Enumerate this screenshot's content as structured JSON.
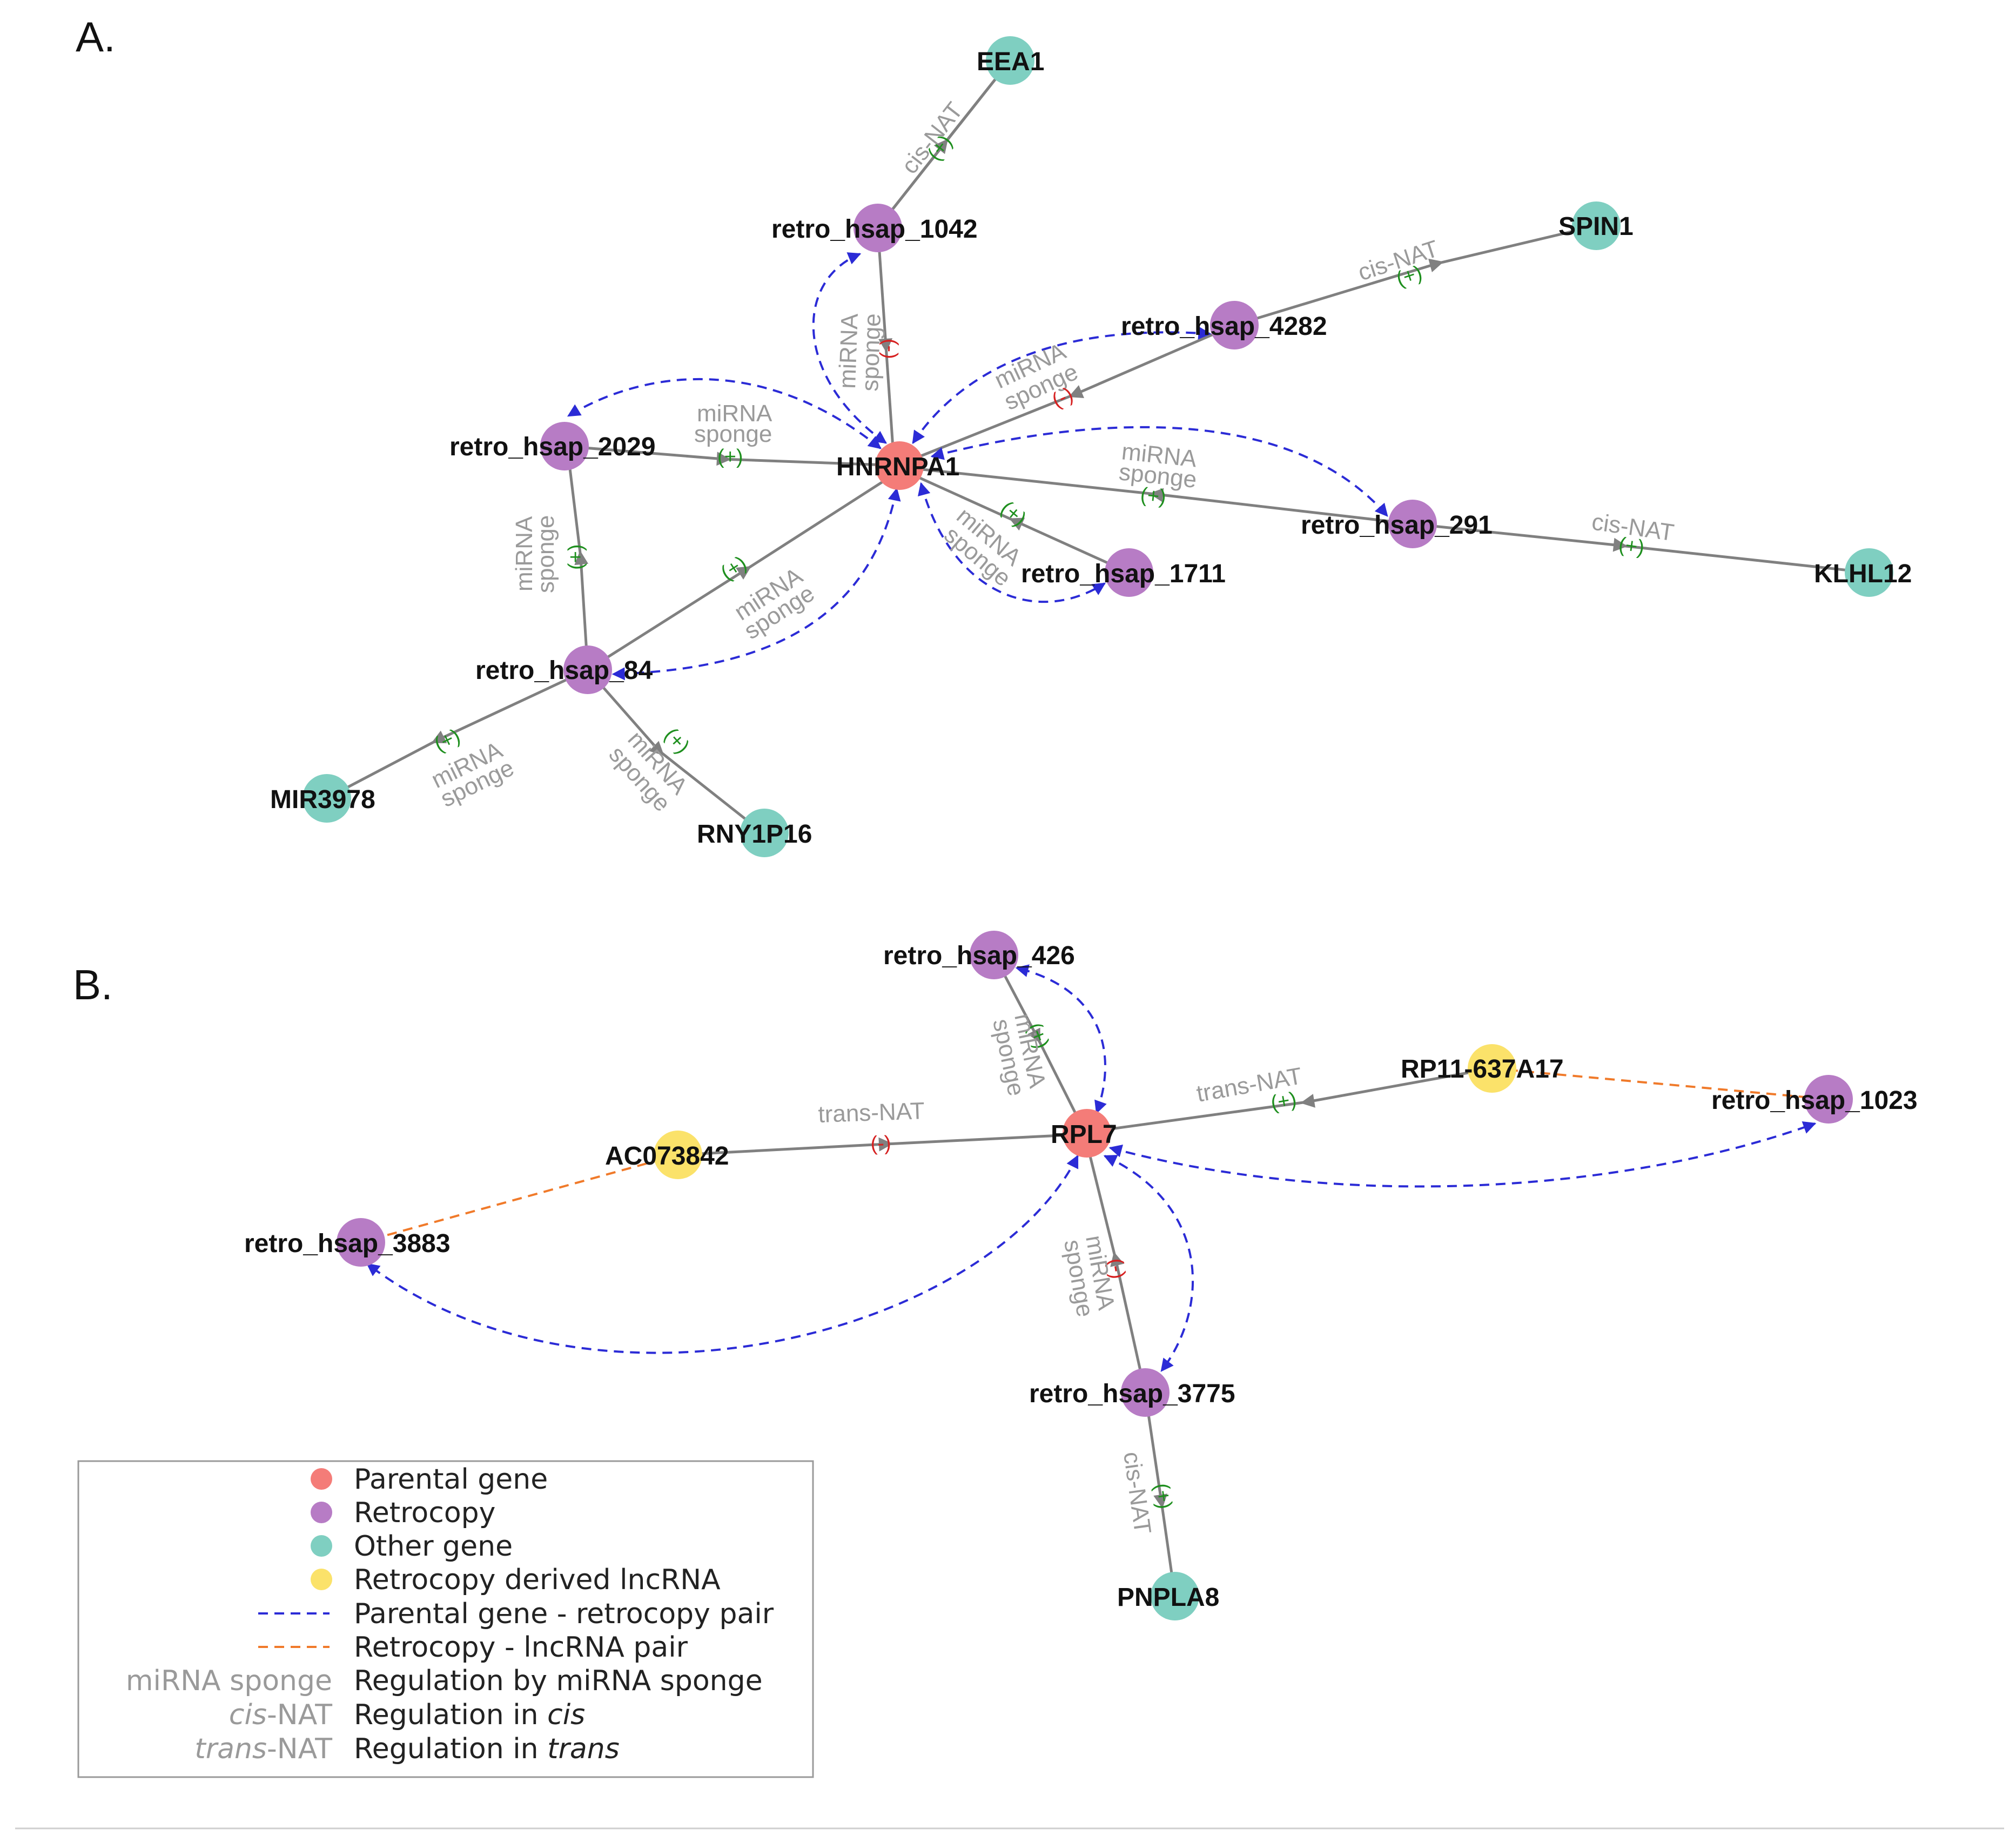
{
  "panels": {
    "a": "A.",
    "b": "B."
  },
  "colors": {
    "parental": "#f47c78",
    "retrocopy": "#b77cc5",
    "other": "#7fcfc1",
    "lncrna": "#fbe26a",
    "regulation_edge": "#808080",
    "parental_pair": "#2b2bd6",
    "lncrna_pair": "#f07a2a",
    "positive": "#1e8f1e",
    "negative": "#d62020"
  },
  "nodes": {
    "hnrnpa1": "HNRNPA1",
    "r1042": "retro_hsap_1042",
    "eea1": "EEA1",
    "r4282": "retro_hsap_4282",
    "spin1": "SPIN1",
    "r2029": "retro_hsap_2029",
    "r291": "retro_hsap_291",
    "klhl12": "KLHL12",
    "r1711": "retro_hsap_1711",
    "r84": "retro_hsap_84",
    "mir3978": "MIR3978",
    "rny1p16": "RNY1P16",
    "rpl7": "RPL7",
    "r426": "retro_hsap_426",
    "rp11": "RP11-637A17",
    "r1023": "retro_hsap_1023",
    "ac073842": "AC073842",
    "r3883": "retro_hsap_3883",
    "r3775": "retro_hsap_3775",
    "pnpla8": "PNPLA8"
  },
  "edge_text": {
    "mirna": "miRNA",
    "sponge": "sponge",
    "cis_nat": "cis-NAT",
    "trans_nat": "trans-NAT",
    "plus": "(+)",
    "minus": "(-)"
  },
  "legend": {
    "parental": "Parental gene",
    "retrocopy": "Retrocopy",
    "other": "Other gene",
    "lncrna": "Retrocopy derived lncRNA",
    "parental_pair": "Parental gene - retrocopy pair",
    "lncrna_pair": "Retrocopy - lncRNA pair",
    "mirna_key": "miRNA sponge",
    "mirna_desc": "Regulation by miRNA sponge",
    "cis_prefix": "cis",
    "cis_suffix": "-NAT",
    "cis_desc": "Regulation in ",
    "cis_desc_italic": "cis",
    "trans_prefix": "trans",
    "trans_suffix": "-NAT",
    "trans_desc": "Regulation in ",
    "trans_desc_italic": "trans"
  }
}
